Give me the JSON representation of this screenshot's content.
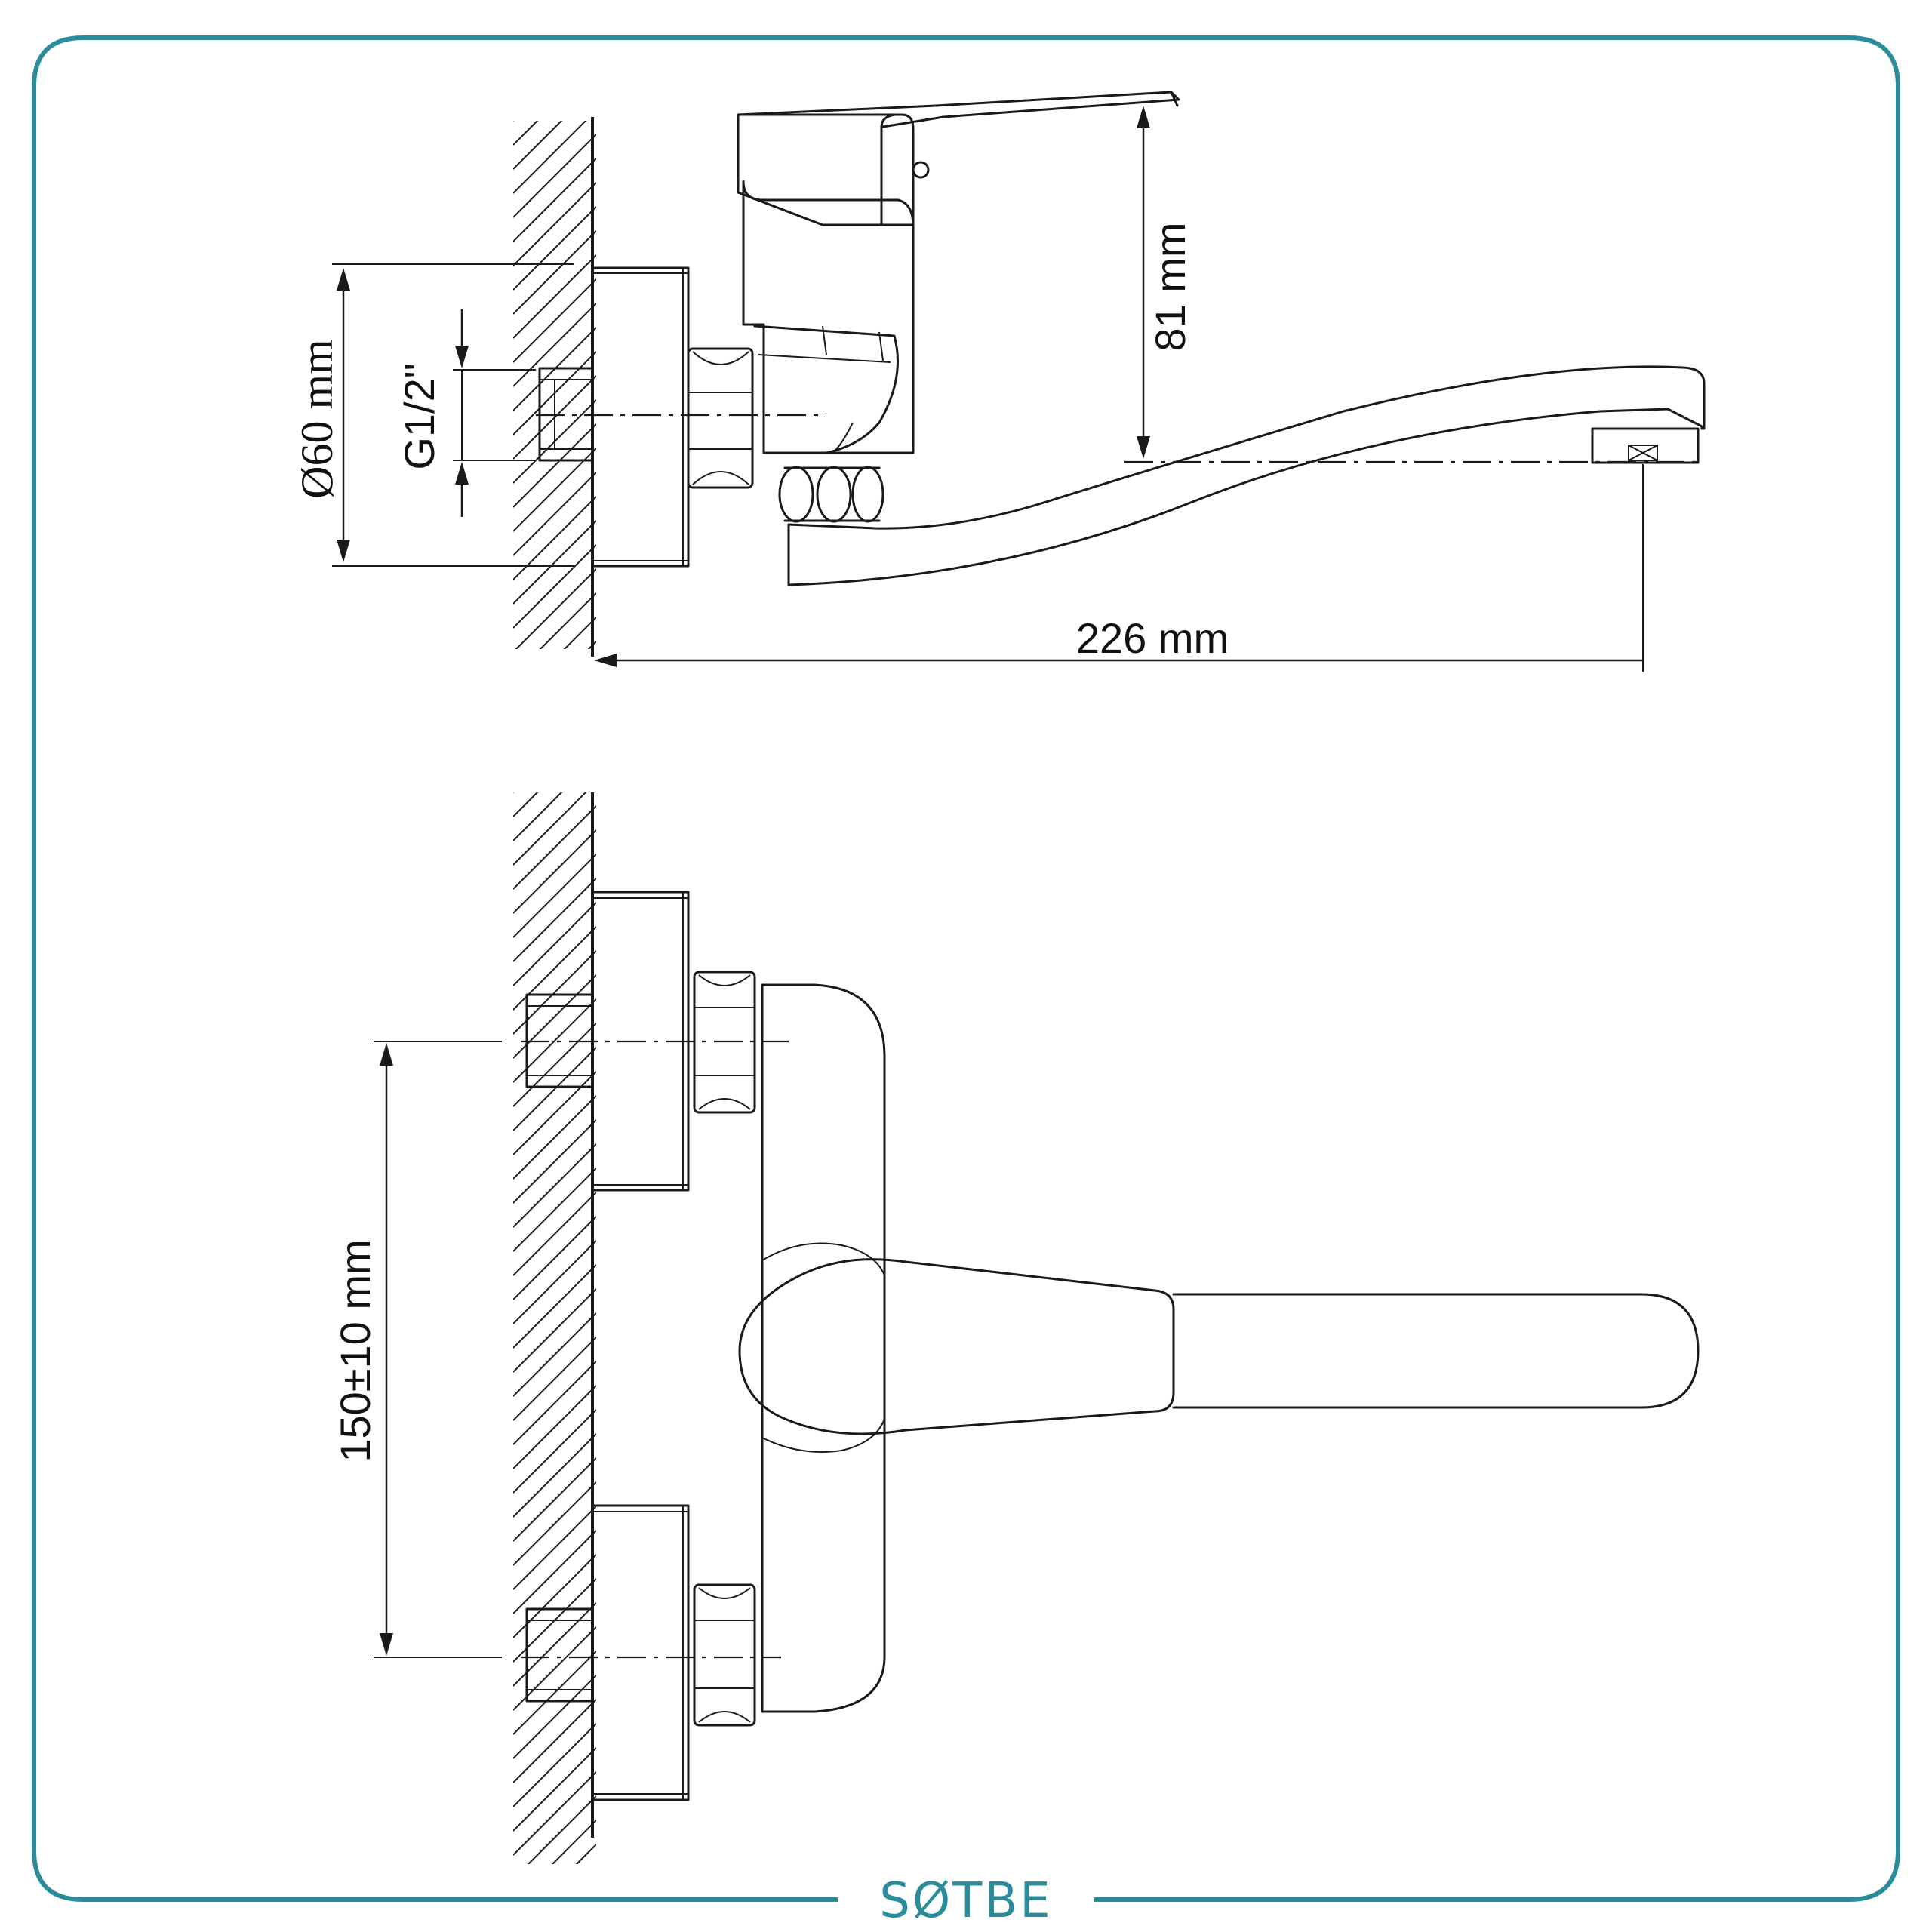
{
  "brand": {
    "name": "SØTBE",
    "color": "#2a8c9a"
  },
  "frame": {
    "border_color": "#2a8c9a"
  },
  "side_view": {
    "dimensions": {
      "flange_diameter": "Ø60 mm",
      "thread": "G1/2\"",
      "height": "81 mm",
      "spout_reach": "226 mm"
    }
  },
  "front_view": {
    "dimensions": {
      "spacing": "150±10 mm"
    }
  }
}
